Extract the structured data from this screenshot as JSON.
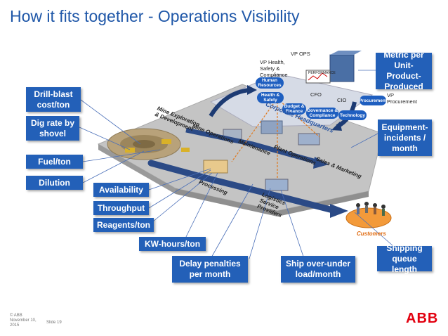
{
  "title": "How it fits together - Operations Visibility",
  "metrics": {
    "drill_blast": "Drill-blast cost/ton",
    "dig_rate": "Dig rate by shovel",
    "fuel": "Fuel/ton",
    "dilution": "Dilution",
    "availability": "Availability",
    "throughput": "Throughput",
    "reagents": "Reagents/ton",
    "kw_hours": "KW-hours/ton",
    "delay_penalties": "Delay penalties per month",
    "ship_over_under": "Ship over-under load/month",
    "shipping_queue": "Shipping queue length",
    "metric_per_unit": "Metric per Unit-Product-Produced",
    "equipment_incidents": "Equipment-incidents / month"
  },
  "roles": {
    "vp_ops": "VP OPS",
    "vp_hsc": "VP Health, Safety & Compliance",
    "cfo": "CFO",
    "cio": "CIO",
    "vp_procurement": "VP Procurement"
  },
  "departments": {
    "human_resources": "Human Resources",
    "health_safety": "Health & Safety",
    "budget_finance": "Budget & Finance",
    "governance": "Governance & Compliance",
    "technology": "Technology",
    "procurement": "Procurement",
    "performance": "PERFORMANCE"
  },
  "areas": {
    "corporate_hq": "Corporate Headquarters",
    "mine_exploration": "Mine Exploration & Development",
    "mine_operations": "Mine Operations",
    "maintenance": "Maintenance",
    "plant_operations": "Plant Operations",
    "sales_marketing": "Sales & Marketing",
    "processing": "Processing",
    "logistics": "Logistics Service Providers",
    "customers": "Customers"
  },
  "footer": {
    "copyright": "© ABB",
    "date": "November 10, 2015",
    "slide": "Slide 19",
    "logo": "ABB"
  },
  "colors": {
    "title": "#1f57a8",
    "box": "#2360b8",
    "abb_red": "#e2000f",
    "platform": "#c9c9c9",
    "arrow": "#2b4a86"
  }
}
